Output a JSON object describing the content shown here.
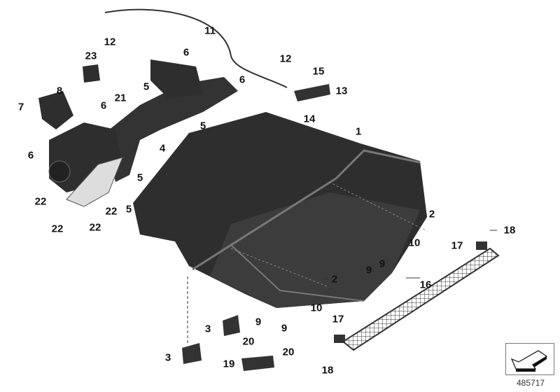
{
  "diagram": {
    "callouts": [
      "12",
      "11",
      "23",
      "6",
      "12",
      "15",
      "13",
      "8",
      "7",
      "5",
      "6",
      "21",
      "6",
      "5",
      "14",
      "1",
      "4",
      "6",
      "5",
      "22",
      "22",
      "5",
      "22",
      "22",
      "2",
      "18",
      "17",
      "10",
      "9",
      "9",
      "2",
      "16",
      "10",
      "9",
      "9",
      "17",
      "3",
      "20",
      "20",
      "3",
      "19",
      "18"
    ],
    "reference_number": "485717",
    "colors": {
      "part": "#2e2e2e",
      "part_light": "#555555",
      "label": "#111111"
    }
  }
}
